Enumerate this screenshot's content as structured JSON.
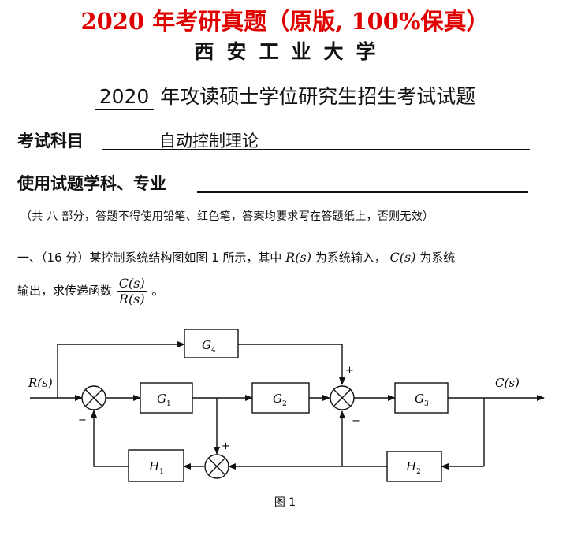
{
  "banner": "2020 年考研真题（原版, 100%保真）",
  "school": "西安工业大学",
  "exam_title": {
    "year": "2020",
    "text": "年攻读硕士学位研究生招生考试试题"
  },
  "fields": {
    "subject_label": "考试科目",
    "subject_value": "自动控制理论",
    "major_label": "使用试题学科、专业"
  },
  "note": "（共 八 部分，答题不得使用铅笔、红色笔，答案均要求写在答题纸上，否则无效）",
  "question": {
    "p1_a": "一、（16 分）某控制系统结构图如图 1 所示，其中",
    "var_r": "R(s)",
    "p1_b": "为系统输入，",
    "var_c": "C(s)",
    "p1_c": "为系统",
    "p2_a": "输出，求传递函数",
    "frac_num": "C(s)",
    "frac_den": "R(s)",
    "p2_end": "。"
  },
  "diagram": {
    "input": "R(s)",
    "output": "C(s)",
    "blocks": {
      "g4": {
        "name": "G",
        "sub": "4"
      },
      "g1": {
        "name": "G",
        "sub": "1"
      },
      "g2": {
        "name": "G",
        "sub": "2"
      },
      "g3": {
        "name": "G",
        "sub": "3"
      },
      "h1": {
        "name": "H",
        "sub": "1"
      },
      "h2": {
        "name": "H",
        "sub": "2"
      }
    },
    "signs": {
      "s1_minus": "−",
      "s2_plus": "+",
      "s2_minus": "−",
      "s3_plus": "+"
    },
    "caption": "图 1"
  }
}
